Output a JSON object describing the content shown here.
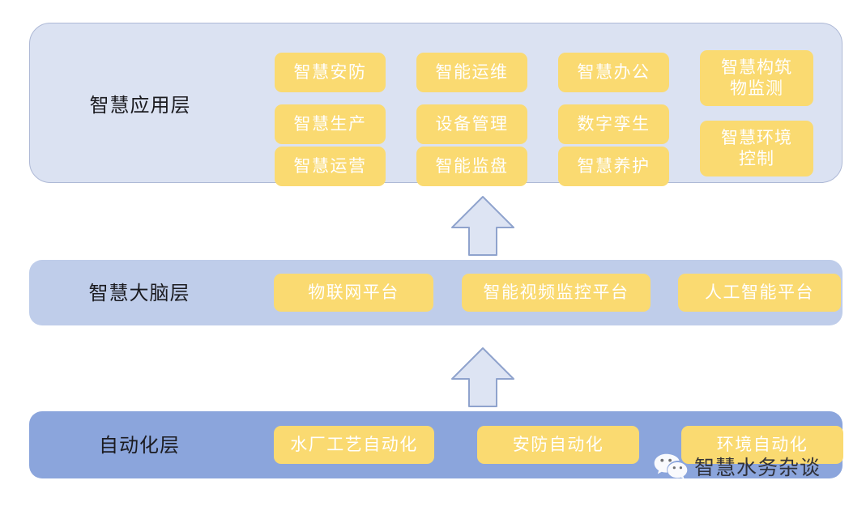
{
  "diagram": {
    "title": "智慧水务分层架构图",
    "colors": {
      "application_band": "#dbe2f2",
      "brain_band": "#bfcdea",
      "automation_band": "#8ba5dc",
      "chip": "#fada71",
      "chip_text": "#ffffff",
      "label_text": "#1b1b20",
      "arrow_fill": "#dde4f3",
      "arrow_stroke": "#8fa3cd",
      "background": "#ffffff"
    },
    "layers": [
      {
        "id": "application",
        "label": "智慧应用层",
        "columns": [
          {
            "items": [
              "智慧安防",
              "智慧生产",
              "智慧运营"
            ]
          },
          {
            "items": [
              "智能运维",
              "设备管理",
              "智能监盘"
            ]
          },
          {
            "items": [
              "智慧办公",
              "数字孪生",
              "智慧养护"
            ]
          },
          {
            "items": [
              "智慧构筑\n物监测",
              "智慧环境\n控制"
            ]
          }
        ]
      },
      {
        "id": "brain",
        "label": "智慧大脑层",
        "items": [
          "物联网平台",
          "智能视频监控平台",
          "人工智能平台"
        ]
      },
      {
        "id": "automation",
        "label": "自动化层",
        "items": [
          "水厂工艺自动化",
          "安防自动化",
          "环境自动化"
        ]
      }
    ],
    "arrows": [
      {
        "id": "arrow-automation-to-brain",
        "direction": "up"
      },
      {
        "id": "arrow-brain-to-application",
        "direction": "up"
      }
    ],
    "watermark": {
      "text": "智慧水务杂谈",
      "icon": "wechat-icon"
    }
  }
}
